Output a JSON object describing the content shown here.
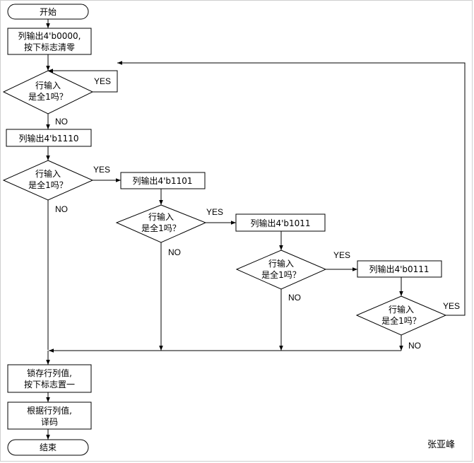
{
  "nodes": {
    "start": "开始",
    "init_line1": "列输出4'b0000,",
    "init_line2": "按下标志清零",
    "check0_line1": "行输入",
    "check0_line2": "是全1吗？",
    "col1": "列输出4'b1110",
    "check1_line1": "行输入",
    "check1_line2": "是全1吗？",
    "col2": "列输出4'b1101",
    "check2_line1": "行输入",
    "check2_line2": "是全1吗？",
    "col3": "列输出4'b1011",
    "check3_line1": "行输入",
    "check3_line2": "是全1吗？",
    "col4": "列输出4'b0111",
    "check4_line1": "行输入",
    "check4_line2": "是全1吗？",
    "latch_line1": "锁存行列值,",
    "latch_line2": "按下标志置一",
    "decode_line1": "根据行列值,",
    "decode_line2": "译码",
    "end": "结束"
  },
  "edge_labels": {
    "yes0": "YES",
    "no0": "NO",
    "yes1": "YES",
    "no1": "NO",
    "yes2": "YES",
    "no2": "NO",
    "yes3": "YES",
    "no3": "NO",
    "yes4": "YES",
    "no4": "NO"
  },
  "signature": "张亚峰"
}
